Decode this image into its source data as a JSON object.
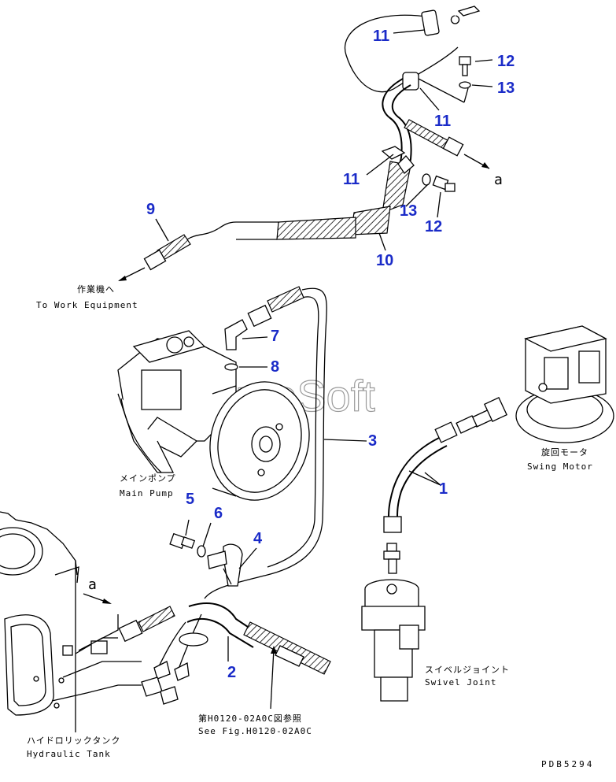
{
  "watermark": "AutoSoft",
  "doc_code": "PDB5294",
  "callouts": [
    {
      "id": "c1",
      "label": "1"
    },
    {
      "id": "c2",
      "label": "2"
    },
    {
      "id": "c3",
      "label": "3"
    },
    {
      "id": "c4",
      "label": "4"
    },
    {
      "id": "c5",
      "label": "5"
    },
    {
      "id": "c6",
      "label": "6"
    },
    {
      "id": "c7",
      "label": "7"
    },
    {
      "id": "c8",
      "label": "8"
    },
    {
      "id": "c9",
      "label": "9"
    },
    {
      "id": "c10",
      "label": "10"
    },
    {
      "id": "c11a",
      "label": "11"
    },
    {
      "id": "c11b",
      "label": "11"
    },
    {
      "id": "c11c",
      "label": "11"
    },
    {
      "id": "c12a",
      "label": "12"
    },
    {
      "id": "c12b",
      "label": "12"
    },
    {
      "id": "c13a",
      "label": "13"
    },
    {
      "id": "c13b",
      "label": "13"
    }
  ],
  "refs": {
    "a_top": "a",
    "a_left": "a"
  },
  "labels": {
    "work_equipment_jp": "作業機へ",
    "work_equipment_en": "To Work Equipment",
    "main_pump_jp": "メインポンプ",
    "main_pump_en": "Main Pump",
    "swing_motor_jp": "旋回モータ",
    "swing_motor_en": "Swing Motor",
    "swivel_joint_jp": "スイベルジョイント",
    "swivel_joint_en": "Swivel Joint",
    "hydraulic_tank_jp": "ハイドロリックタンク",
    "hydraulic_tank_en": "Hydraulic Tank",
    "see_fig_jp": "第H0120-02A0C図参照",
    "see_fig_en": "See Fig.H0120-02A0C"
  }
}
